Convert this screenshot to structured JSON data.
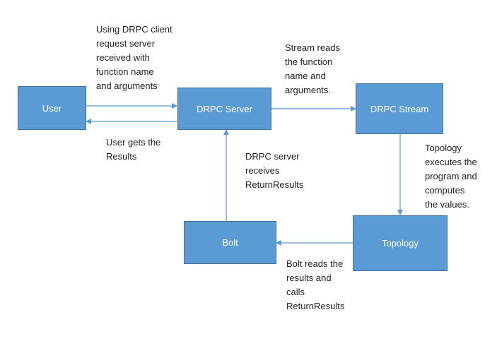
{
  "colors": {
    "node_fill": "#5b9bd5",
    "node_border": "#41719c",
    "arrow": "#5b9bd5"
  },
  "nodes": {
    "user": "User",
    "drpc_server": "DRPC Server",
    "drpc_stream": "DRPC Stream",
    "topology": "Topology",
    "bolt": "Bolt"
  },
  "labels": {
    "client_request": [
      "Using DRPC client",
      "request server",
      "received with",
      "function name",
      "and arguments"
    ],
    "user_results": [
      "User gets the",
      "Results"
    ],
    "stream_reads": [
      "Stream reads",
      "the function",
      "name and",
      "arguments."
    ],
    "server_receives": [
      "DRPC server",
      "receives",
      "ReturnResults"
    ],
    "topology_executes": [
      "Topology",
      "executes the",
      "program and",
      "computes",
      "the values."
    ],
    "bolt_reads": [
      "Bolt reads the",
      "results and",
      "calls",
      "ReturnResults"
    ]
  }
}
